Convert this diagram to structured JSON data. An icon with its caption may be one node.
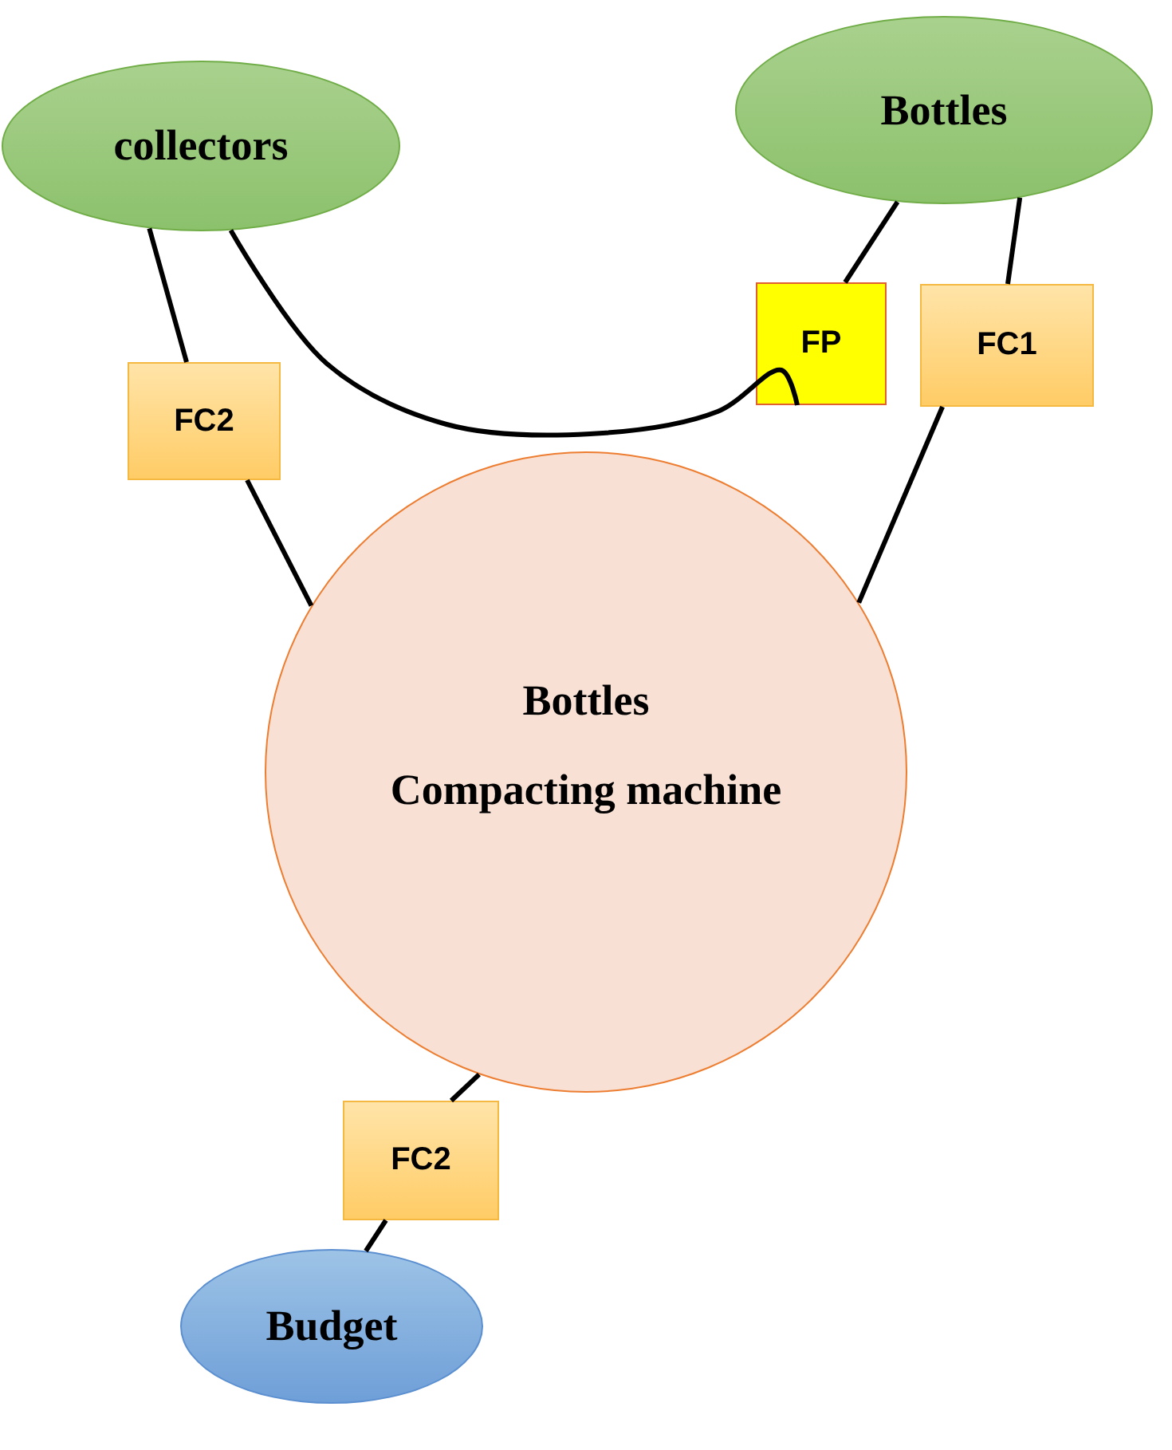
{
  "diagram": {
    "nodes": [
      {
        "text": [
          "collectors"
        ]
      },
      {
        "text": [
          "Bottles"
        ]
      },
      {
        "text": [
          "Bottles",
          "Compacting machine"
        ]
      },
      {
        "text": [
          "Budget"
        ]
      },
      {
        "text": [
          "FC2"
        ]
      },
      {
        "text": [
          "FP"
        ]
      },
      {
        "text": [
          "FC1"
        ]
      },
      {
        "text": [
          "FC2"
        ]
      }
    ],
    "edges": [
      {
        "from": 0,
        "to": 4,
        "arrow": "none"
      },
      {
        "from": 4,
        "to": 2,
        "arrow": "none"
      },
      {
        "from": 0,
        "to": 5,
        "arrow": "none"
      },
      {
        "from": 5,
        "to": 1,
        "arrow": "none"
      },
      {
        "from": 1,
        "to": 6,
        "arrow": "none"
      },
      {
        "from": 6,
        "to": 2,
        "arrow": "none"
      },
      {
        "from": 2,
        "to": 7,
        "arrow": "none"
      },
      {
        "from": 7,
        "to": 3,
        "arrow": "none"
      }
    ]
  }
}
